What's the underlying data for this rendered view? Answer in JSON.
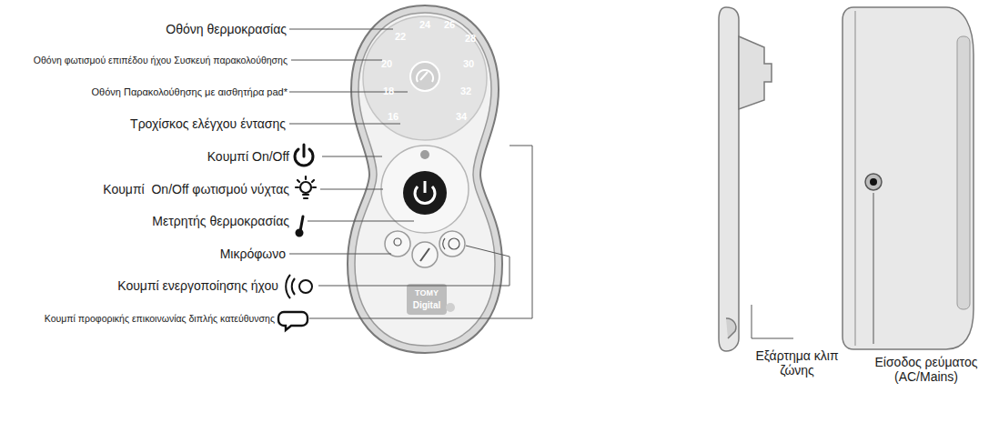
{
  "diagram": {
    "labels": [
      "Οθόνη θερμοκρασίας",
      "Οθόνη φωτισμού επιπέδου ήχου Συσκευή παρακολούθησης",
      "Οθόνη Παρακολούθησης με αισθητήρα pad*",
      "Τροχίσκος ελέγχου έντασης",
      "Κουμπί On/Off",
      "Κουμπί  On/Off φωτισμού νύχτας",
      "Μετρητής θερμοκρασίας",
      "Μικρόφωνο",
      "Κουμπί ενεργοποίησης ήχου",
      "Κουμπί προφορικής επικοινωνίας διπλής κατεύθυνσης",
      "24",
      "22",
      "26",
      "28",
      "20",
      "30",
      "18",
      "32",
      "16",
      "34",
      "TOMY",
      "Digital",
      "Εξάρτημα κλιπ ζώνης",
      "Είσοδος ρεύματος (AC/Mains)"
    ]
  }
}
